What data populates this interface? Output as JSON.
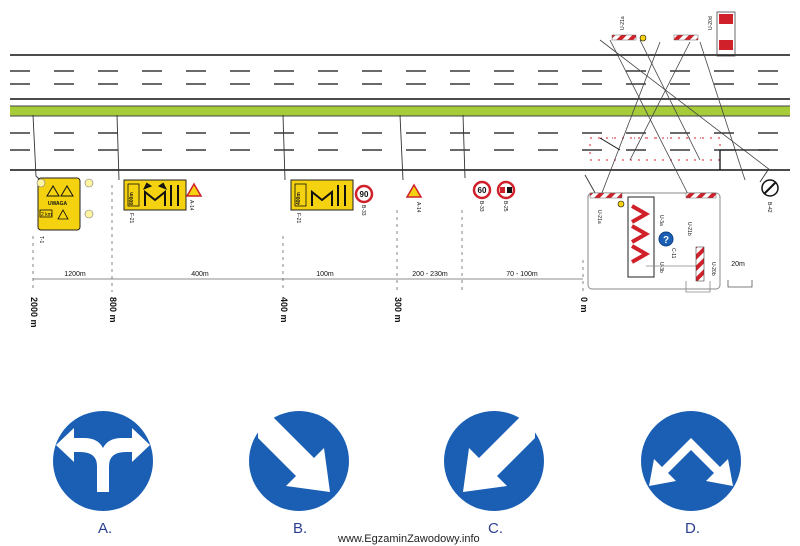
{
  "diagram": {
    "segment_distances": [
      "1200m",
      "400m",
      "100m",
      "200 - 230m",
      "70 - 100m",
      "20m"
    ],
    "marker_distances": [
      "2000 m",
      "800 m",
      "400 m",
      "300 m",
      "0 m"
    ],
    "sign_codes": {
      "t1": "T-1",
      "f21a": "F-21",
      "a14a": "A-14",
      "f21b": "F-21",
      "b33a": "B-33",
      "a14b": "A-14",
      "b33b": "B-33",
      "b25": "B-25",
      "b42": "B-42",
      "u21a": "U-21a",
      "u3a": "U-3a",
      "u3b": "U-3b",
      "c11": "C-11",
      "u21b": "U-21b",
      "u20b": "U-20b",
      "u21a2": "U-21a",
      "u20d": "U-20d"
    },
    "sign_texts": {
      "uwaga": "UWAGA",
      "uwaga_dist": "2 km",
      "f21a_dist": "800m",
      "f21b_dist": "400m",
      "speed90": "90",
      "speed60": "60",
      "c11": "?"
    }
  },
  "options": [
    {
      "letter": "A.",
      "icon": "turn-left-or-right-arrow"
    },
    {
      "letter": "B.",
      "icon": "pass-on-right-arrow"
    },
    {
      "letter": "C.",
      "icon": "pass-on-left-arrow"
    },
    {
      "letter": "D.",
      "icon": "pass-either-side-arrow"
    }
  ],
  "watermark": "www.EgzaminZawodowy.info",
  "colors": {
    "sign_blue": "#1a5fb4",
    "median_green": "#a6cc3a",
    "sign_yellow": "#f5d20f",
    "red": "#d0202a",
    "option_label": "#2a3f8f"
  }
}
